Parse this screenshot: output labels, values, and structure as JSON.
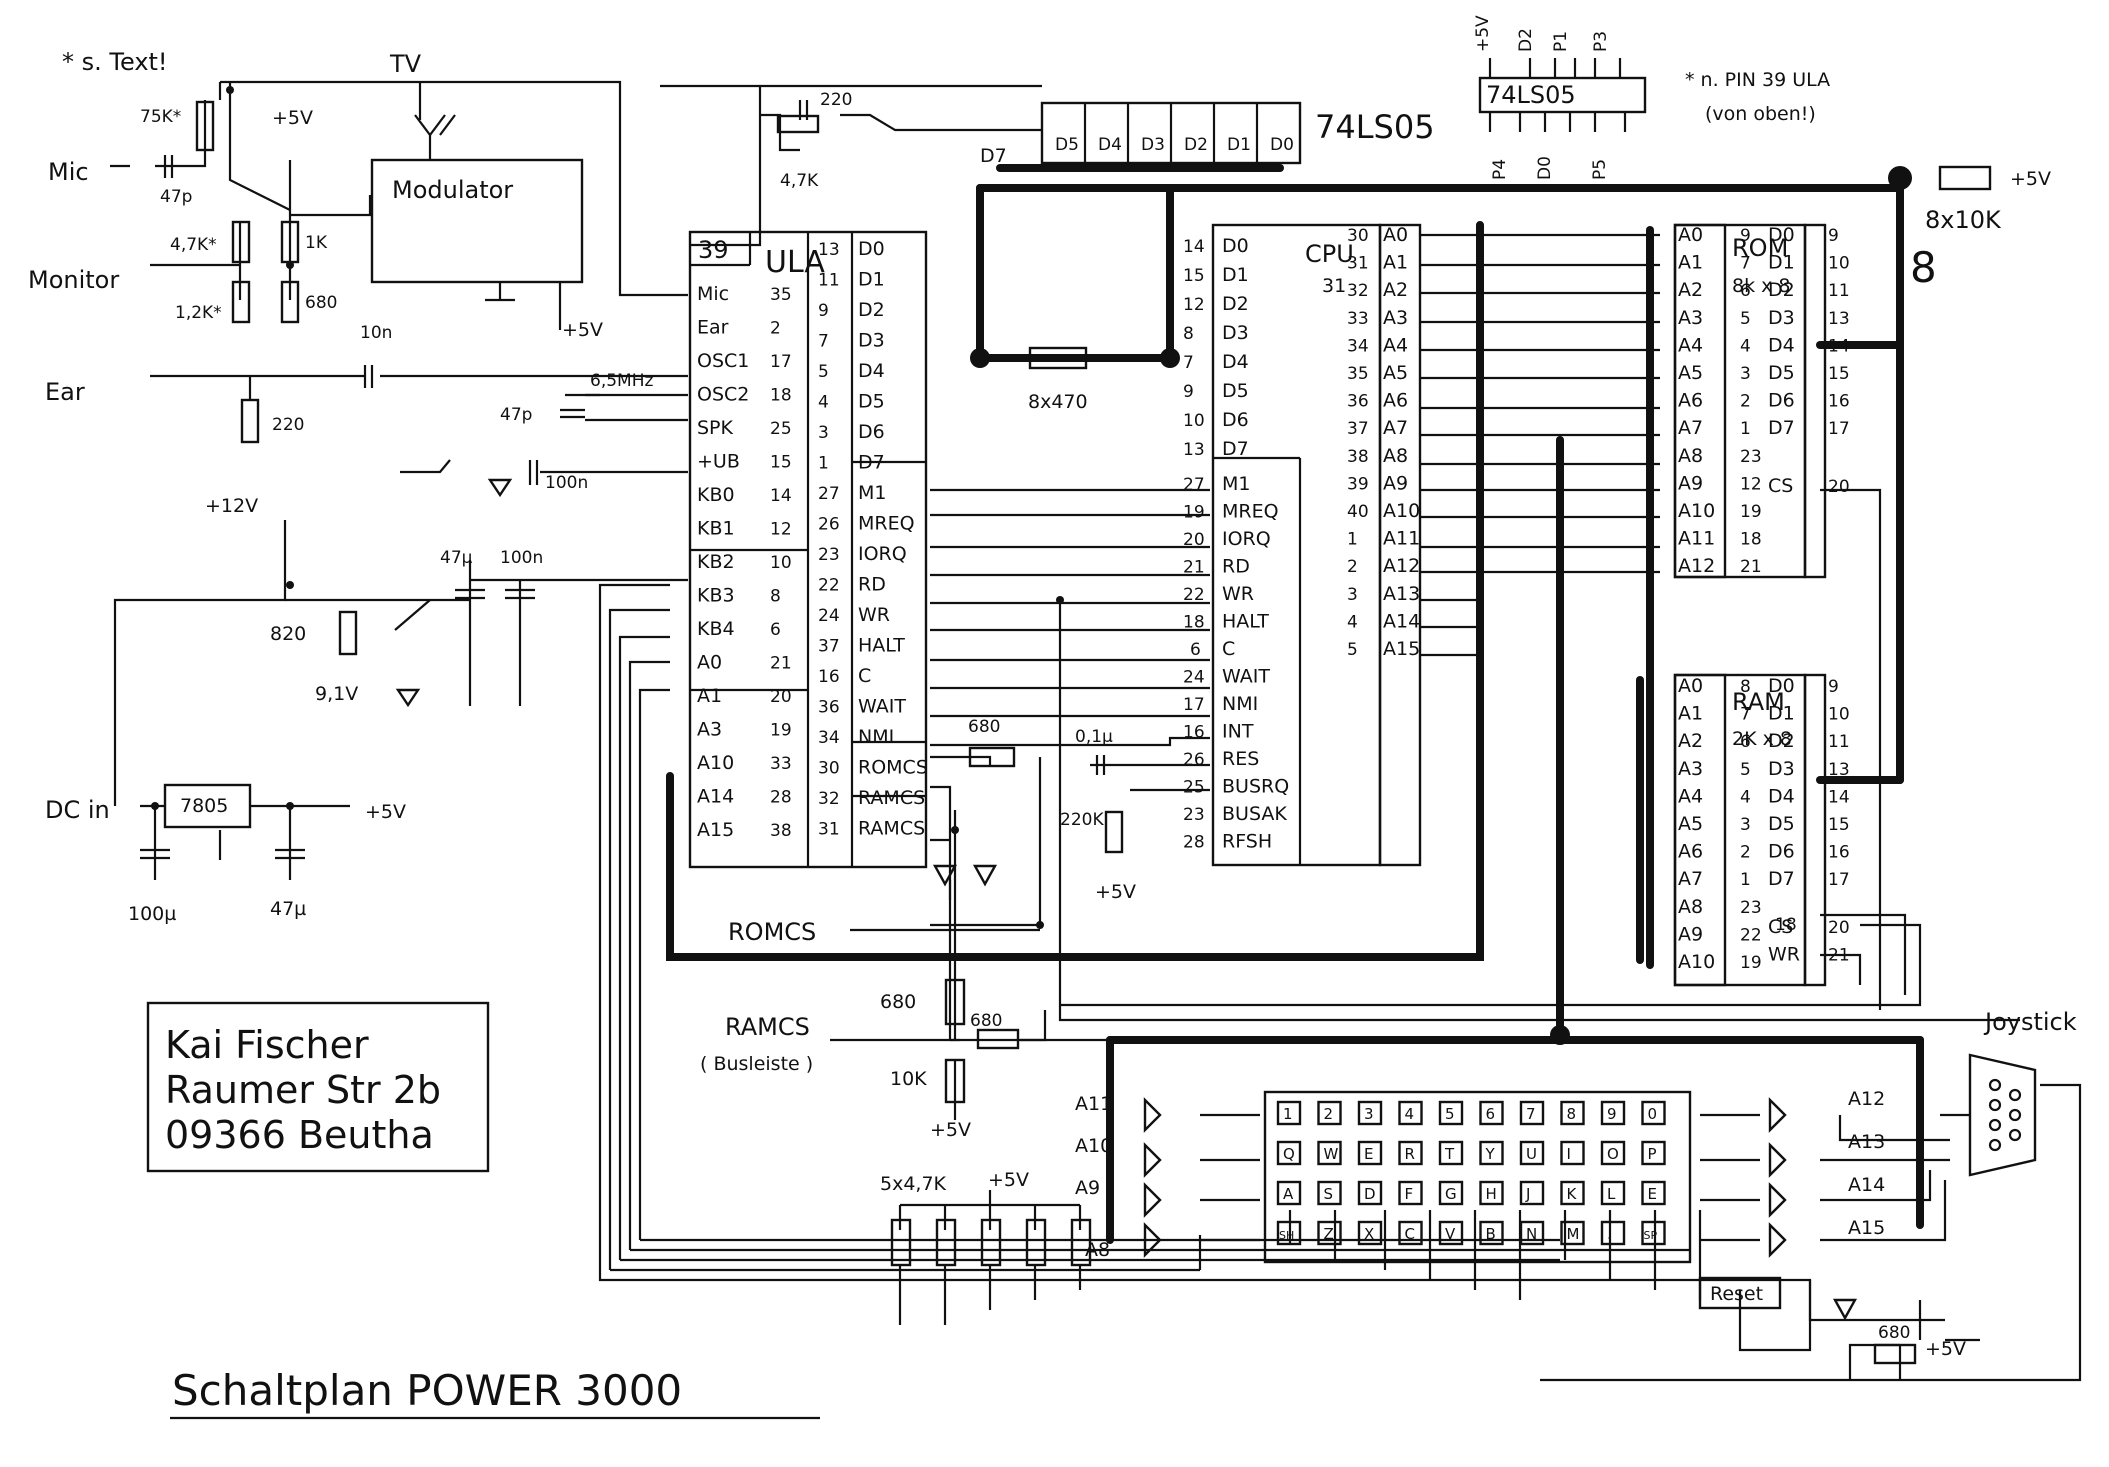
{
  "title": "Schaltplan POWER 3000",
  "note_text": "* s. Text!",
  "address": [
    "Kai Fischer",
    "Raumer Str 2b",
    "09366 Beutha"
  ],
  "labels": {
    "tv": "TV",
    "modulator": "Modulator",
    "mic": "Mic",
    "monitor": "Monitor",
    "ear": "Ear",
    "dc_in": "DC in",
    "plus5v": "+5V",
    "plus12v": "+12V",
    "chip_74ls05": "74LS05",
    "pin_note": "* n. PIN 39 ULA",
    "pin_note2": "(von oben!)",
    "joystick": "Joystick",
    "reset": "Reset",
    "romcs": "ROMCS",
    "ramcs": "RAMCS",
    "busleiste": "( Busleiste )",
    "res_8x470": "8x470",
    "res_8x10k": "8x10K",
    "res_5x47k": "5x4,7K",
    "d7": "D7",
    "eight": "8",
    "reg_7805": "7805",
    "xtal": "6,5MHz"
  },
  "components": {
    "r75k": "75K*",
    "c47p": "47p",
    "r47k_mic": "4,7K*",
    "r12k": "1,2K*",
    "r1k": "1K",
    "r680": "680",
    "c10n": "10n",
    "r220": "220",
    "c47p_osc": "47p",
    "c100n": "100n",
    "c47u": "47µ",
    "c100n_b": "100n",
    "r820": "820",
    "z91": "9,1V",
    "c100u": "100µ",
    "c47u_b": "47µ",
    "c220": "220",
    "r47k_top": "4,7K",
    "r680_ula": "680",
    "c01u": "0,1µ",
    "r220k": "220K",
    "r680_a": "680",
    "r680_b": "680",
    "r10k": "10K",
    "r680_led": "680"
  },
  "ula": {
    "name": "ULA",
    "pin39": "39",
    "left": [
      {
        "n": "Mic",
        "p": "35"
      },
      {
        "n": "Ear",
        "p": "2"
      },
      {
        "n": "OSC1",
        "p": "17"
      },
      {
        "n": "OSC2",
        "p": "18"
      },
      {
        "n": "SPK",
        "p": "25"
      },
      {
        "n": "+UB",
        "p": "15"
      },
      {
        "n": "KB0",
        "p": "14"
      },
      {
        "n": "KB1",
        "p": "12"
      },
      {
        "n": "KB2",
        "p": "10"
      },
      {
        "n": "KB3",
        "p": "8"
      },
      {
        "n": "KB4",
        "p": "6"
      },
      {
        "n": "A0",
        "p": "21"
      },
      {
        "n": "A1",
        "p": "20"
      },
      {
        "n": "A3",
        "p": "19"
      },
      {
        "n": "A10",
        "p": "33"
      },
      {
        "n": "A14",
        "p": "28"
      },
      {
        "n": "A15",
        "p": "38"
      }
    ],
    "right": [
      {
        "n": "D0",
        "p": "13"
      },
      {
        "n": "D1",
        "p": "11"
      },
      {
        "n": "D2",
        "p": "9"
      },
      {
        "n": "D3",
        "p": "7"
      },
      {
        "n": "D4",
        "p": "5"
      },
      {
        "n": "D5",
        "p": "4"
      },
      {
        "n": "D6",
        "p": "3"
      },
      {
        "n": "D7",
        "p": "1"
      },
      {
        "n": "M1",
        "p": "27"
      },
      {
        "n": "MREQ",
        "p": "26"
      },
      {
        "n": "IORQ",
        "p": "23"
      },
      {
        "n": "RD",
        "p": "22"
      },
      {
        "n": "WR",
        "p": "24"
      },
      {
        "n": "HALT",
        "p": "37"
      },
      {
        "n": "C",
        "p": "16"
      },
      {
        "n": "WAIT",
        "p": "36"
      },
      {
        "n": "NMI",
        "p": "34"
      },
      {
        "n": "ROMCS",
        "p": "30"
      },
      {
        "n": "RAMCS",
        "p": "32"
      },
      {
        "n": "RAMCS",
        "p": "31"
      }
    ]
  },
  "cpu": {
    "name": "CPU",
    "pin1": "31",
    "data": [
      {
        "n": "D0",
        "p": "14"
      },
      {
        "n": "D1",
        "p": "15"
      },
      {
        "n": "D2",
        "p": "12"
      },
      {
        "n": "D3",
        "p": "8"
      },
      {
        "n": "D4",
        "p": "7"
      },
      {
        "n": "D5",
        "p": "9"
      },
      {
        "n": "D6",
        "p": "10"
      },
      {
        "n": "D7",
        "p": "13"
      }
    ],
    "ctrl": [
      {
        "n": "M1",
        "p": "27"
      },
      {
        "n": "MREQ",
        "p": "19"
      },
      {
        "n": "IORQ",
        "p": "20"
      },
      {
        "n": "RD",
        "p": "21"
      },
      {
        "n": "WR",
        "p": "22"
      },
      {
        "n": "HALT",
        "p": "18"
      },
      {
        "n": "C",
        "p": "6"
      },
      {
        "n": "WAIT",
        "p": "24"
      },
      {
        "n": "NMI",
        "p": "17"
      },
      {
        "n": "INT",
        "p": "16"
      },
      {
        "n": "RES",
        "p": "26"
      },
      {
        "n": "BUSRQ",
        "p": "25"
      },
      {
        "n": "BUSAK",
        "p": "23"
      },
      {
        "n": "RFSH",
        "p": "28"
      }
    ],
    "addr": [
      {
        "n": "A0",
        "p": "30"
      },
      {
        "n": "A1",
        "p": "31"
      },
      {
        "n": "A2",
        "p": "32"
      },
      {
        "n": "A3",
        "p": "33"
      },
      {
        "n": "A4",
        "p": "34"
      },
      {
        "n": "A5",
        "p": "35"
      },
      {
        "n": "A6",
        "p": "36"
      },
      {
        "n": "A7",
        "p": "37"
      },
      {
        "n": "A8",
        "p": "38"
      },
      {
        "n": "A9",
        "p": "39"
      },
      {
        "n": "A10",
        "p": "40"
      },
      {
        "n": "A11",
        "p": "1"
      },
      {
        "n": "A12",
        "p": "2"
      },
      {
        "n": "A13",
        "p": "3"
      },
      {
        "n": "A14",
        "p": "4"
      },
      {
        "n": "A15",
        "p": "5"
      }
    ]
  },
  "rom": {
    "name": "ROM",
    "size": "8k x 8",
    "addr": [
      {
        "n": "A0",
        "p": "9"
      },
      {
        "n": "A1",
        "p": "7"
      },
      {
        "n": "A2",
        "p": "6"
      },
      {
        "n": "A3",
        "p": "5"
      },
      {
        "n": "A4",
        "p": "4"
      },
      {
        "n": "A5",
        "p": "3"
      },
      {
        "n": "A6",
        "p": "2"
      },
      {
        "n": "A7",
        "p": "1"
      },
      {
        "n": "A8",
        "p": "23"
      },
      {
        "n": "A9",
        "p": "12"
      },
      {
        "n": "A10",
        "p": "19"
      },
      {
        "n": "A11",
        "p": "18"
      },
      {
        "n": "A12",
        "p": "21"
      }
    ],
    "data": [
      {
        "n": "D0",
        "p": "9"
      },
      {
        "n": "D1",
        "p": "10"
      },
      {
        "n": "D2",
        "p": "11"
      },
      {
        "n": "D3",
        "p": "13"
      },
      {
        "n": "D4",
        "p": "14"
      },
      {
        "n": "D5",
        "p": "15"
      },
      {
        "n": "D6",
        "p": "16"
      },
      {
        "n": "D7",
        "p": "17"
      },
      {
        "n": "CS",
        "p": "20"
      }
    ]
  },
  "ram": {
    "name": "RAM",
    "size": "2K x 8",
    "addr": [
      {
        "n": "A0",
        "p": "8"
      },
      {
        "n": "A1",
        "p": "7"
      },
      {
        "n": "A2",
        "p": "6"
      },
      {
        "n": "A3",
        "p": "5"
      },
      {
        "n": "A4",
        "p": "4"
      },
      {
        "n": "A5",
        "p": "3"
      },
      {
        "n": "A6",
        "p": "2"
      },
      {
        "n": "A7",
        "p": "1"
      },
      {
        "n": "A8",
        "p": "23"
      },
      {
        "n": "A9",
        "p": "22"
      },
      {
        "n": "A10",
        "p": "19"
      }
    ],
    "data": [
      {
        "n": "D0",
        "p": "9"
      },
      {
        "n": "D1",
        "p": "10"
      },
      {
        "n": "D2",
        "p": "11"
      },
      {
        "n": "D3",
        "p": "13"
      },
      {
        "n": "D4",
        "p": "14"
      },
      {
        "n": "D5",
        "p": "15"
      },
      {
        "n": "D6",
        "p": "16"
      },
      {
        "n": "D7",
        "p": "17"
      },
      {
        "n": "CS",
        "p": "20"
      },
      {
        "n": "WR",
        "p": "21"
      }
    ],
    "cs_pin2": "18"
  },
  "buffers": [
    "D5",
    "D4",
    "D3",
    "D2",
    "D1",
    "D0"
  ],
  "pinout": {
    "top": [
      "+5V",
      "D2",
      "P1",
      "P3"
    ],
    "chip": "74LS05",
    "bottom": [
      "P4",
      "D0",
      "P5"
    ]
  },
  "keyboard": {
    "rows": [
      [
        "1",
        "2",
        "3",
        "4",
        "5",
        "6",
        "7",
        "8",
        "9",
        "0"
      ],
      [
        "Q",
        "W",
        "E",
        "R",
        "T",
        "Y",
        "U",
        "I",
        "O",
        "P"
      ],
      [
        "A",
        "S",
        "D",
        "F",
        "G",
        "H",
        "J",
        "K",
        "L",
        "E"
      ],
      [
        "SH",
        "Z",
        "X",
        "C",
        "V",
        "B",
        "N",
        "M",
        ".",
        "SP"
      ]
    ],
    "left_rows": [
      "A11",
      "A10",
      "A9",
      "A8"
    ],
    "right_rows": [
      "A12",
      "A13",
      "A14",
      "A15"
    ]
  }
}
